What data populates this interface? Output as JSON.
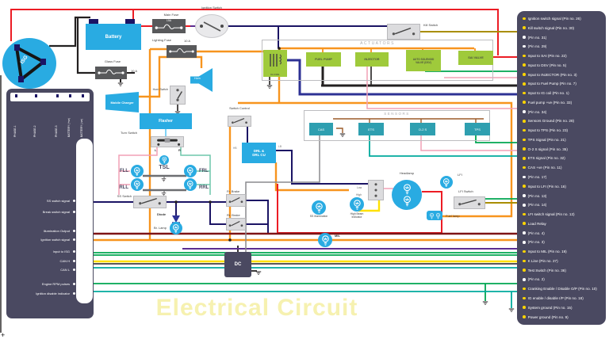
{
  "title": {
    "text": "Electrical Circuit"
  },
  "corner_marker": "+",
  "colors": {
    "accent_cyan": "#29ABE2",
    "panel_slate": "#4A4961",
    "actuator_green": "#9FCA3B",
    "sensor_teal": "#2E9FB0",
    "bullet_yellow": "#FFD400",
    "title_yellow": "#F6F1B0"
  },
  "isg": {
    "label": "ISG"
  },
  "left_panel": {
    "pins": [
      "PHASE-1",
      "PHASE-2",
      "PHASE-3",
      "BATTERY (+ve)",
      "BATTERY (-ve)"
    ],
    "signals": [
      "SS switch signal",
      "Break switch signal",
      "Illumination Output",
      "Ignition switch signal",
      "Input to ISG",
      "CAN H",
      "CAN L",
      "Engine RPM pulses",
      "Ignition disable indicator"
    ]
  },
  "parts": {
    "battery": "Battery",
    "main_fuse": "Main Fuse",
    "main_fuse_rating": "15A",
    "glass_fuse": "Glass Fuse",
    "glass_fuse_rating": "10 A",
    "lighting_fuse": "Lighting Fuse",
    "lighting_fuse_rating": "10 A",
    "ignition_switch": "Ignition Switch",
    "kill_switch": "Kill Switch",
    "horn": "Horn",
    "horn_switch": "Horn Switch",
    "mobile_charger": "Mobile Charger",
    "flasher": "Flasher",
    "turn_switch": "Turn Switch",
    "turn_left": "L",
    "turn_right": "R",
    "tsl": "TSL",
    "fll": "FLL",
    "frl": "FRL",
    "rll": "RLL",
    "rrl": "RRL",
    "ss_switch": "SS Switch",
    "diode": "Diode",
    "br_lamp": "Br. Lamp",
    "fr_brake": "Fr. Brake",
    "rr_brake": "Rr. Brake",
    "switch_control": "Switch Control",
    "drl_cu": "DRL & DRL CU",
    "hb": "HB",
    "lb": "LB",
    "headlamp": "Headlamp",
    "low": "Low",
    "high": "High",
    "high_beam_indicator": "High Beam Indicator",
    "ss_illumination": "SS Illumination",
    "mil": "MIL",
    "dc": "DC",
    "lfi": "LFI",
    "lfi_switch": "LFI Switch",
    "fuel_lamp": "Fuel lamp"
  },
  "actuators": {
    "title": "ACTUATORS",
    "items": [
      "IG COIL",
      "FUEL PUMP",
      "INJECTOR",
      "AUTO SOLENOID VALVE (DSV)",
      "SAI VALVE"
    ]
  },
  "sensors": {
    "title": "SENSORS",
    "items": [
      "CAS",
      "ETS",
      "O-2 S",
      "TPS"
    ]
  },
  "legend": {
    "items": [
      {
        "t": "Ignition switch signal (Pin no. 26)",
        "b": "y"
      },
      {
        "t": "Kill switch signal (Pin no. 30)",
        "b": "y"
      },
      {
        "t": "(Pin no. 31)",
        "b": "w"
      },
      {
        "t": "(Pin no. 29)",
        "b": "w"
      },
      {
        "t": "Input to SAI (Pin no. 22)",
        "b": "y"
      },
      {
        "t": "Input to DSV (Pin no. 5)",
        "b": "y"
      },
      {
        "t": "Input to INJECTOR (Pin no. 3)",
        "b": "y"
      },
      {
        "t": "Input to Fuel Pump (Pin no. 7)",
        "b": "y"
      },
      {
        "t": "Input to IG coil (Pin no. 1)",
        "b": "y"
      },
      {
        "t": "Fuel pump +ve (Pin no. 33)",
        "b": "y"
      },
      {
        "t": "(Pin no. 34)",
        "b": "w"
      },
      {
        "t": "Sensors Ground (Pin no. 28)",
        "b": "y"
      },
      {
        "t": "Input to TPS (Pin no. 23)",
        "b": "y"
      },
      {
        "t": "TPS Signal (Pin no. 21)",
        "b": "y"
      },
      {
        "t": "O-2 S signal (Pin no. 35)",
        "b": "y"
      },
      {
        "t": "ETS signal (Pin no. 32)",
        "b": "y"
      },
      {
        "t": "CAS +ve (Pin no. 11)",
        "b": "y"
      },
      {
        "t": "(Pin no. 17)",
        "b": "w"
      },
      {
        "t": "Input to LFI (Pin no. 16)",
        "b": "y"
      },
      {
        "t": "(Pin no. 13)",
        "b": "w"
      },
      {
        "t": "(Pin no. 14)",
        "b": "w"
      },
      {
        "t": "LFI switch signal (Pin no. 12)",
        "b": "y"
      },
      {
        "t": "Load Relay",
        "b": "y"
      },
      {
        "t": "(Pin no. 4)",
        "b": "w"
      },
      {
        "t": "(Pin no. 3)",
        "b": "w"
      },
      {
        "t": "Input to MIL (Pin no. 19)",
        "b": "y"
      },
      {
        "t": "K Line (Pin no. 27)",
        "b": "y"
      },
      {
        "t": "Test Switch (Pin no. 36)",
        "b": "y"
      },
      {
        "t": "(Pin no. 2)",
        "b": "w"
      },
      {
        "t": "Cranking Enable / Disable O/P (Pin no. 10)",
        "b": "y"
      },
      {
        "t": "IG enable / disable I/P (Pin no. 18)",
        "b": "y"
      },
      {
        "t": "System ground (Pin no. 15)",
        "b": "y"
      },
      {
        "t": "Power ground (Pin no. 9)",
        "b": "y"
      }
    ]
  }
}
